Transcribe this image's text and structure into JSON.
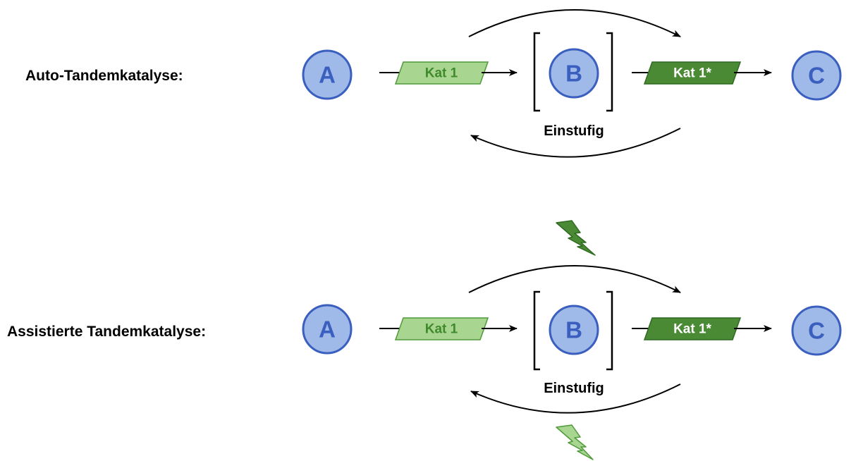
{
  "colors": {
    "node_fill": "#9fb9e8",
    "node_stroke": "#3a5fbf",
    "node_text": "#3a5fbf",
    "cat_light_fill": "#a8d58f",
    "cat_light_stroke": "#4f9a3a",
    "cat_light_text": "#3f8a2c",
    "cat_dark_fill": "#4b8a35",
    "cat_dark_stroke": "#2f6a22",
    "cat_dark_text": "#ffffff",
    "bolt_dark": "#4b8a35",
    "bolt_light": "#a8d58f",
    "arrow": "#000000"
  },
  "rows": [
    {
      "label": "Auto-Tandemkatalyse:",
      "node_a": "A",
      "node_b": "B",
      "node_c": "C",
      "cat_forward": "Kat 1",
      "cat_switched": "Kat 1*",
      "intermediate_label": "Einstufig",
      "top_bolt": null,
      "bottom_bolt": null
    },
    {
      "label": "Assistierte Tandemkatalyse:",
      "node_a": "A",
      "node_b": "B",
      "node_c": "C",
      "cat_forward": "Kat 1",
      "cat_switched": "Kat 1*",
      "intermediate_label": "Einstufig",
      "top_bolt": "lightning-dark",
      "bottom_bolt": "lightning-light"
    }
  ]
}
